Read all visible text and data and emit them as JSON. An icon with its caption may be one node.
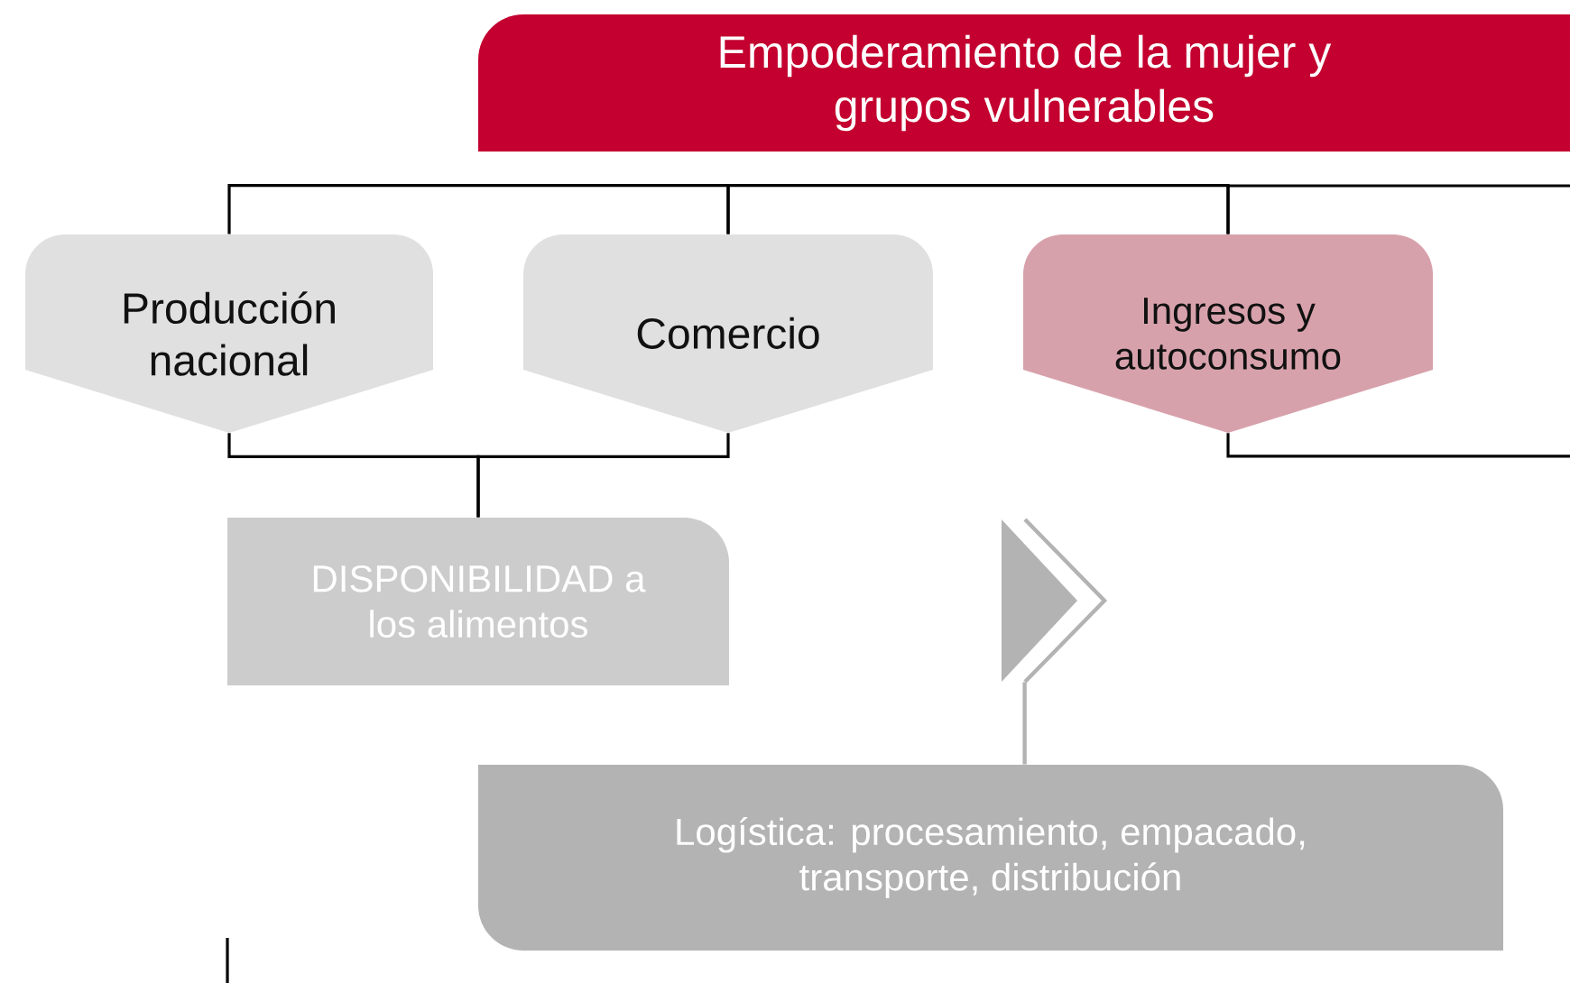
{
  "diagram": {
    "nodes": [
      {
        "text": [
          "Empoderamiento de la mujer y grupos vulnerables"
        ]
      },
      {
        "text": [
          "Producción nacional"
        ]
      },
      {
        "text": [
          "Comercio"
        ]
      },
      {
        "text": [
          "Ingresos y autoconsumo"
        ]
      },
      {
        "text": [
          "DISPONIBILIDAD a los alimentos"
        ]
      },
      {
        "text": [],
        "shape": "chevron"
      },
      {
        "text": [
          "Logística: procesamiento, empacado, transporte, distribución"
        ]
      }
    ],
    "edges": [
      {
        "from": 1,
        "to": 2,
        "arrow": "none"
      },
      {
        "from": 2,
        "to": 3,
        "arrow": "none"
      },
      {
        "from": 3,
        "to": null,
        "arrow": "none"
      },
      {
        "from": 1,
        "to": 4,
        "arrow": "none"
      },
      {
        "from": 2,
        "to": 4,
        "arrow": "none"
      },
      {
        "from": 3,
        "to": null,
        "arrow": "none"
      },
      {
        "from": 5,
        "to": 6,
        "arrow": "none",
        "color": "#b3b3b3"
      }
    ]
  }
}
